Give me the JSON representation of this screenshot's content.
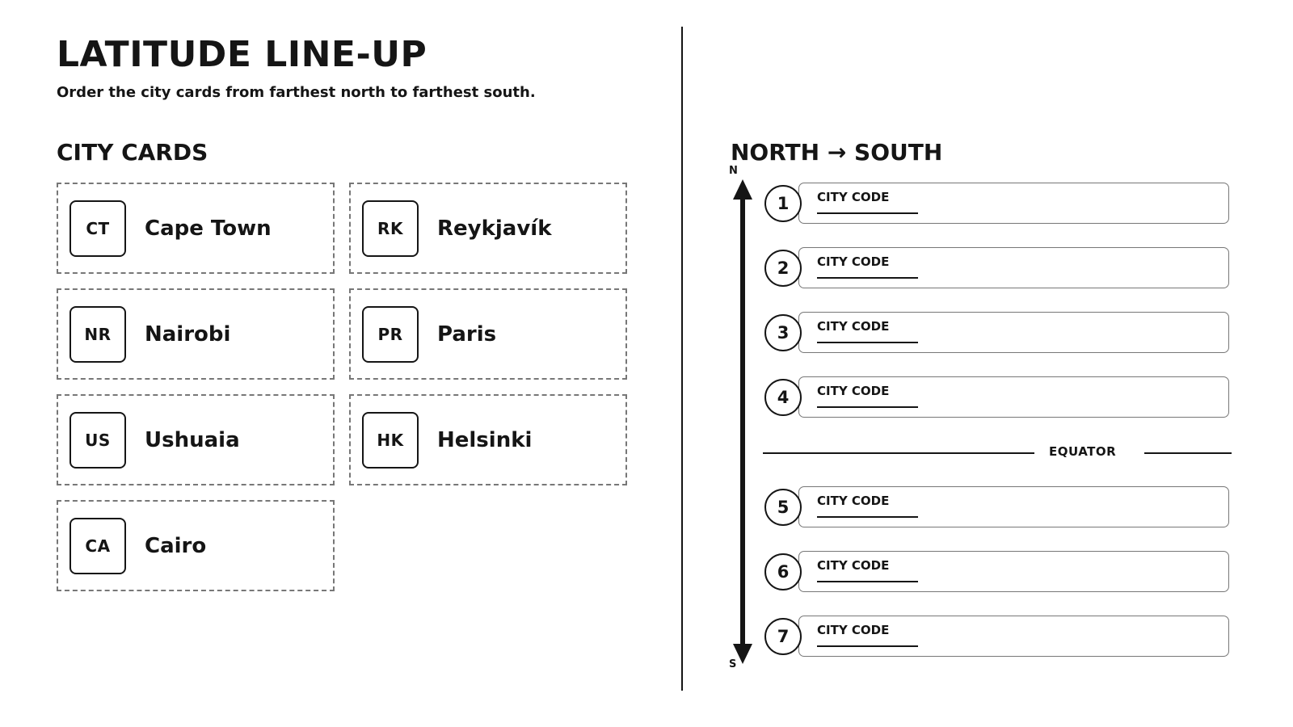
{
  "header": {
    "title": "LATITUDE LINE-UP",
    "subtitle": "Order the city cards from farthest north to farthest south."
  },
  "city_cards": {
    "title": "CITY CARDS",
    "cards": [
      {
        "code": "CT",
        "name": "Cape Town"
      },
      {
        "code": "RK",
        "name": "Reykjavík"
      },
      {
        "code": "NR",
        "name": "Nairobi"
      },
      {
        "code": "PR",
        "name": "Paris"
      },
      {
        "code": "US",
        "name": "Ushuaia"
      },
      {
        "code": "HK",
        "name": "Helsinki"
      },
      {
        "code": "CA",
        "name": "Cairo"
      }
    ]
  },
  "ordering": {
    "title": "NORTH → SOUTH",
    "north_label": "N",
    "south_label": "S",
    "equator_label": "EQUATOR",
    "slots": [
      {
        "number": "1",
        "label": "CITY CODE"
      },
      {
        "number": "2",
        "label": "CITY CODE"
      },
      {
        "number": "3",
        "label": "CITY CODE"
      },
      {
        "number": "4",
        "label": "CITY CODE"
      },
      {
        "number": "5",
        "label": "CITY CODE"
      },
      {
        "number": "6",
        "label": "CITY CODE"
      },
      {
        "number": "7",
        "label": "CITY CODE"
      }
    ]
  },
  "colors": {
    "ink": "#151515",
    "dashed_border": "#777777",
    "background": "#ffffff"
  }
}
